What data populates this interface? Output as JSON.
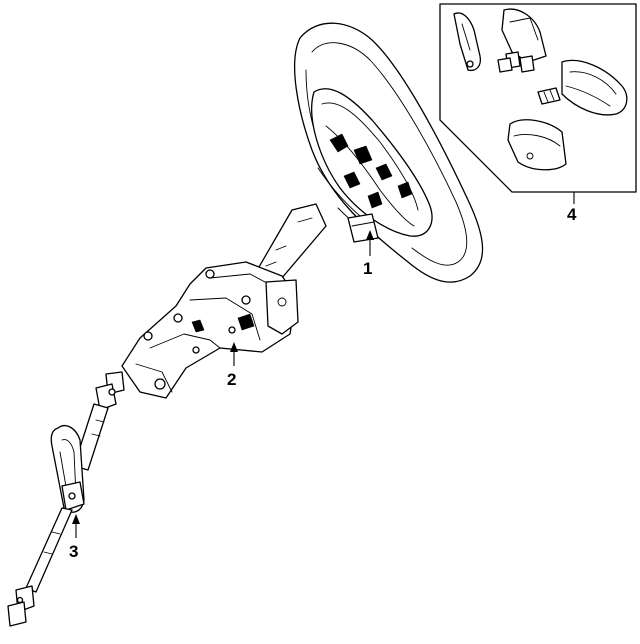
{
  "callouts": {
    "part_1": "1",
    "part_2": "2",
    "part_3": "3",
    "part_4": "4"
  },
  "colors": {
    "line": "#000000",
    "background": "#ffffff"
  }
}
